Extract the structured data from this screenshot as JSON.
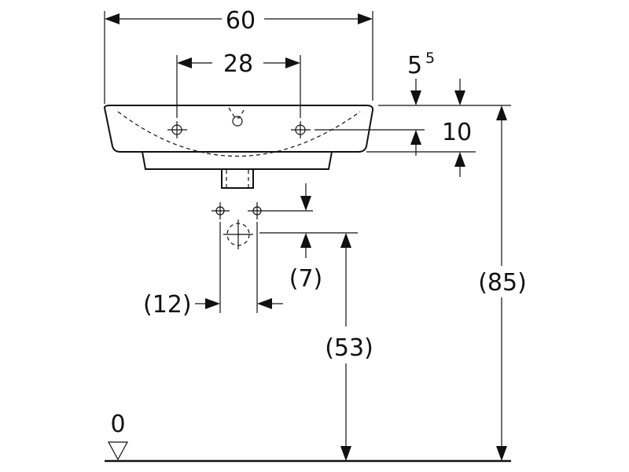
{
  "dimensions": {
    "overall_width": "60",
    "tap_hole_spacing": "28",
    "rim_offset": "5",
    "rim_offset_superscript": "5",
    "basin_depth": "10",
    "floor_to_rim": "(85)",
    "floor_to_waste": "(53)",
    "waste_offset": "(7)",
    "supply_spacing": "(12)",
    "floor_level": "0"
  }
}
